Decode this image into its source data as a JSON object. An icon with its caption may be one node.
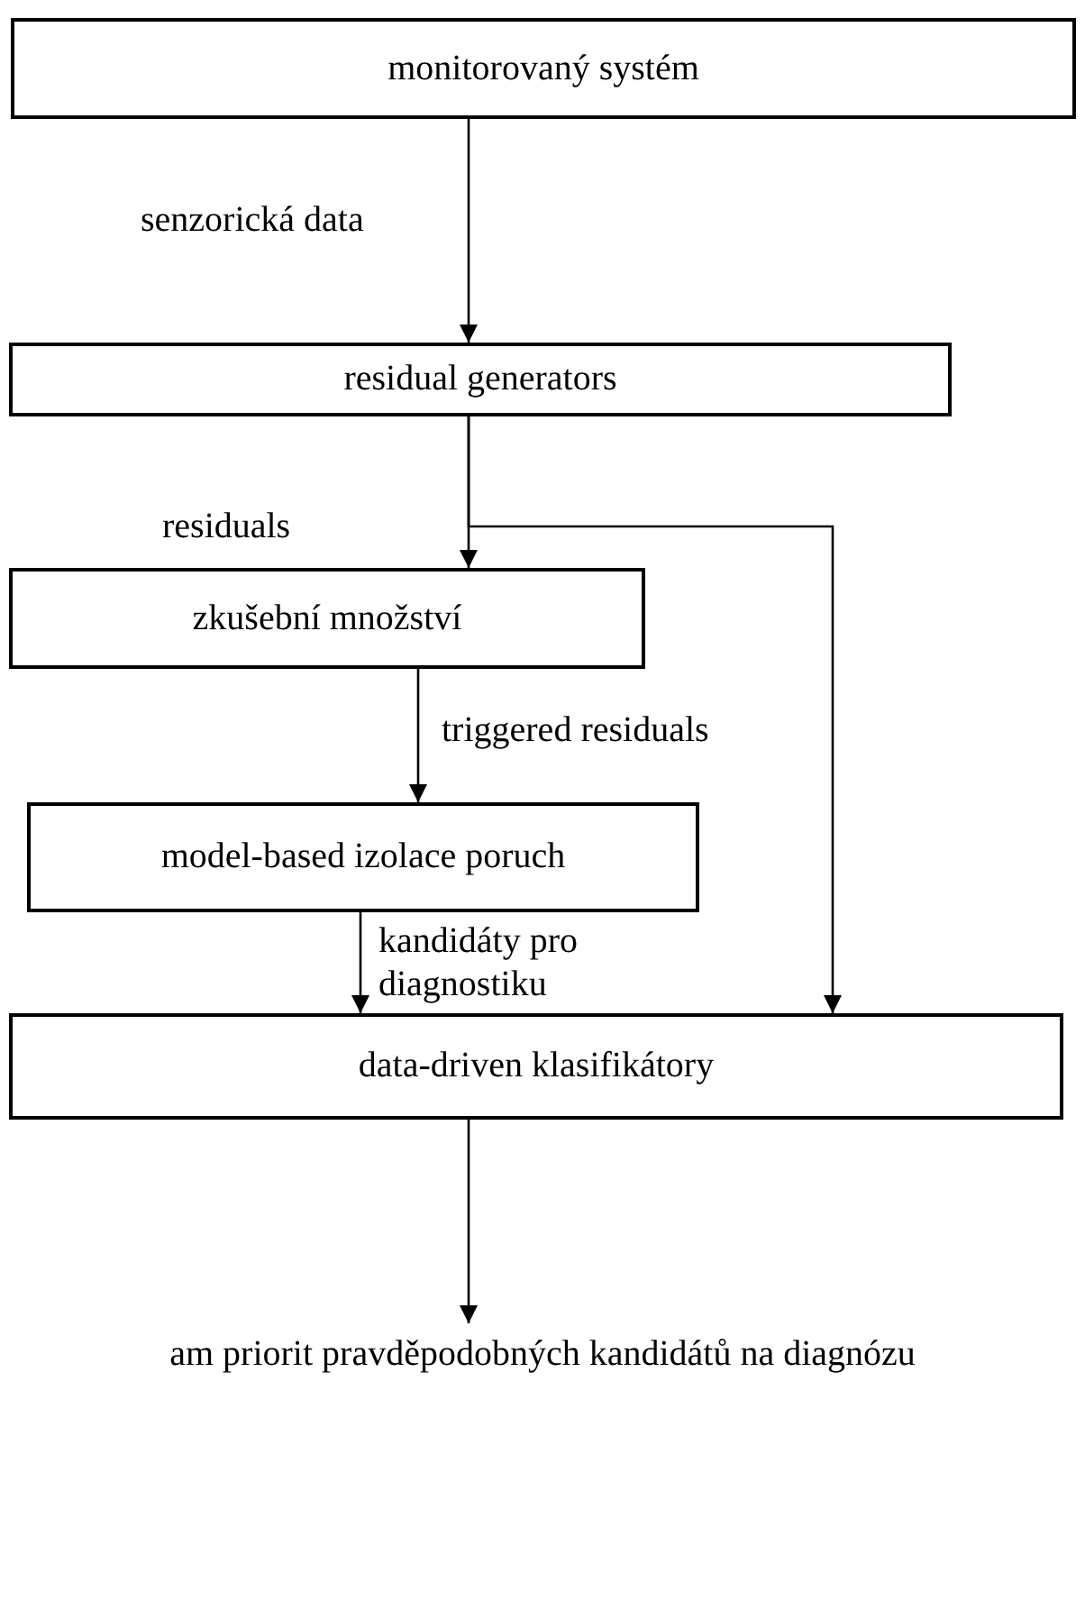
{
  "diagram": {
    "nodes": [
      {
        "text": [
          "monitorovaný systém"
        ]
      },
      {
        "text": [
          "residual generators"
        ]
      },
      {
        "text": [
          "zkušební množství"
        ]
      },
      {
        "text": [
          "model-based izolace poruch"
        ]
      },
      {
        "text": [
          "data-driven klasifikátory"
        ]
      },
      {
        "text": [
          "am priorit pravděpodobných kandidátů na diagnózu"
        ]
      }
    ],
    "edges": [
      {
        "from": 0,
        "to": 1,
        "arrow": "to",
        "label": "senzorická data"
      },
      {
        "from": 1,
        "to": 2,
        "arrow": "to",
        "label": "residuals"
      },
      {
        "from": 1,
        "to": 4,
        "arrow": "to"
      },
      {
        "from": 2,
        "to": 3,
        "arrow": "to",
        "label": "triggered residuals"
      },
      {
        "from": 3,
        "to": 4,
        "arrow": "to",
        "label": "kandidáty pro diagnostiku"
      },
      {
        "from": 4,
        "to": 5,
        "arrow": "to"
      }
    ]
  }
}
